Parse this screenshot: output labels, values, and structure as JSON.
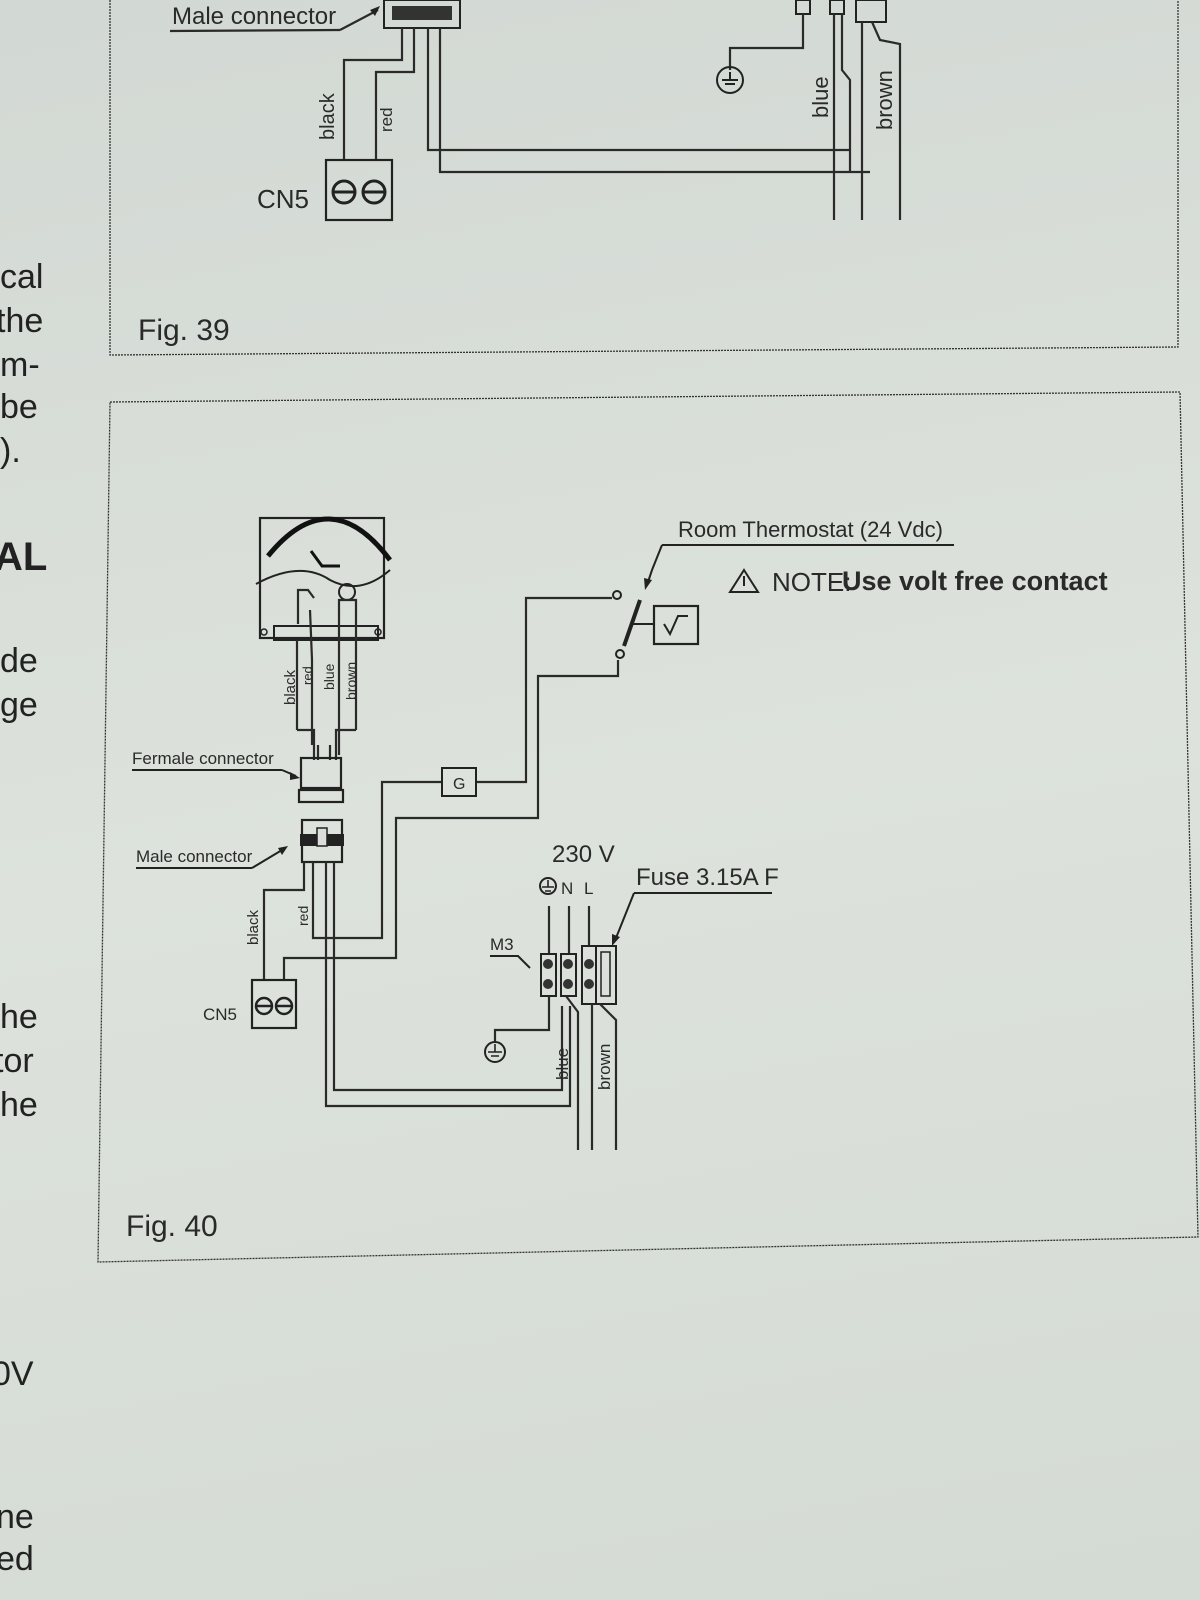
{
  "left_margin_fragments": [
    "cal",
    "the",
    "m-",
    "be",
    ").",
    "AL",
    "de",
    "ge",
    "he",
    "tor",
    "he",
    "0V",
    "ne",
    "ed"
  ],
  "fig39": {
    "caption": "Fig. 39",
    "male_connector": "Male connector",
    "wire_black": "black",
    "wire_red": "red",
    "cn5": "CN5",
    "wire_blue": "blue",
    "wire_brown": "brown"
  },
  "fig40": {
    "caption": "Fig. 40",
    "room_thermostat": "Room Thermostat (24 Vdc)",
    "note_label": "NOTE:",
    "note_text": "Use volt free contact",
    "motor_wires": [
      "black",
      "red",
      "blue",
      "brown"
    ],
    "female_connector": "Fermale connector",
    "male_connector": "Male connector",
    "g_box": "G",
    "wire_black": "black",
    "wire_red": "red",
    "cn5": "CN5",
    "supply_voltage": "230 V",
    "terminal_n": "N",
    "terminal_l": "L",
    "fuse": "Fuse 3.15A F",
    "m3": "M3",
    "wire_blue": "blue",
    "wire_brown": "brown"
  }
}
